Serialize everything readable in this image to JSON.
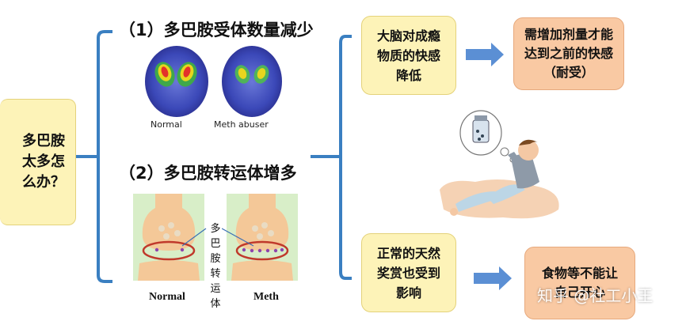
{
  "root": {
    "question": "多巴胺太多怎么办？"
  },
  "branch1": {
    "heading": "（1）多巴胺受体数量减少",
    "caption_normal": "Normal",
    "caption_meth": "Meth abuser"
  },
  "branch2": {
    "heading": "（2）多巴胺转运体增多",
    "vertical_label": "多巴胺转运体",
    "caption_normal": "Normal",
    "caption_meth": "Meth"
  },
  "effect1": {
    "cause": "大脑对成瘾物质的快感降低",
    "result": "需增加剂量才能达到之前的快感（耐受）"
  },
  "effect2": {
    "cause": "正常的天然奖赏也受到影响",
    "result": "食物等不能让自己开心"
  },
  "watermark": "知乎 @社工小王",
  "colors": {
    "bracket": "#3a7fc1",
    "arrow": "#5b8fd4",
    "yellow_box": "#fdf3b8",
    "peach_box": "#f9c9a3",
    "synapse_bg": "#d8eec8",
    "ellipse": "#c0392b"
  }
}
